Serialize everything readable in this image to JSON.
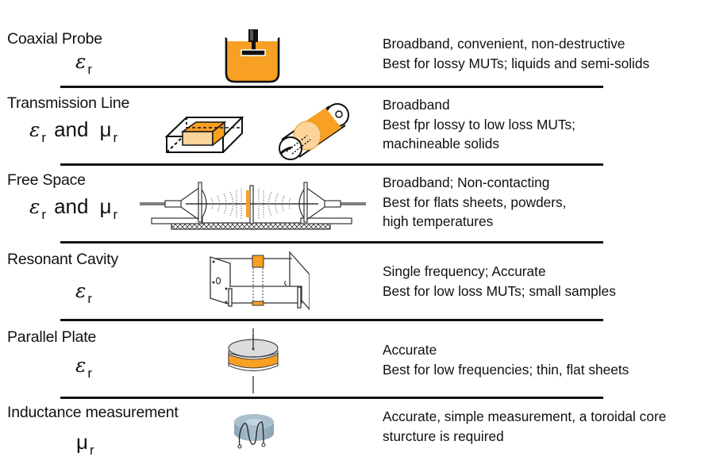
{
  "accent_color": "#f7a023",
  "rows": [
    {
      "name": "Coaxial Probe",
      "parameters": [
        "ε_r"
      ],
      "symbol": {
        "eps": "ε",
        "eps_sub": "r"
      },
      "illustration": "coaxial-probe-in-liquid-icon",
      "description": [
        "Broadband, convenient, non-destructive",
        "Best for lossy MUTs; liquids and semi-solids"
      ]
    },
    {
      "name": "Transmission Line",
      "parameters": [
        "ε_r",
        "μ_r"
      ],
      "symbol": {
        "eps": "ε",
        "eps_sub": "r",
        "and": "and",
        "mu": "μ",
        "mu_sub": "r"
      },
      "illustration": "waveguide-and-coax-sample-icon",
      "description": [
        "Broadband",
        "Best fpr lossy to low loss MUTs;",
        "machineable solids"
      ]
    },
    {
      "name": "Free Space",
      "parameters": [
        "ε_r",
        "μ_r"
      ],
      "symbol": {
        "eps": "ε",
        "eps_sub": "r",
        "and": "and",
        "mu": "μ",
        "mu_sub": "r"
      },
      "illustration": "free-space-antennas-icon",
      "description": [
        "Broadband; Non-contacting",
        "Best for flats sheets, powders,",
        "high temperatures"
      ]
    },
    {
      "name": "Resonant Cavity",
      "parameters": [
        "ε_r"
      ],
      "symbol": {
        "eps": "ε",
        "eps_sub": "r"
      },
      "illustration": "resonant-cavity-icon",
      "description": [
        "Single frequency; Accurate",
        "Best for low loss MUTs; small samples"
      ]
    },
    {
      "name": "Parallel Plate",
      "parameters": [
        "ε_r"
      ],
      "symbol": {
        "eps": "ε",
        "eps_sub": "r"
      },
      "illustration": "parallel-plate-capacitor-icon",
      "description": [
        "Accurate",
        "Best for low frequencies; thin, flat sheets"
      ]
    },
    {
      "name": "Inductance measurement",
      "parameters": [
        "μ_r"
      ],
      "symbol": {
        "mu": "μ",
        "mu_sub": "r"
      },
      "illustration": "toroidal-core-icon",
      "description": [
        "Accurate, simple measurement, a toroidal core",
        "sturcture is required"
      ]
    }
  ]
}
